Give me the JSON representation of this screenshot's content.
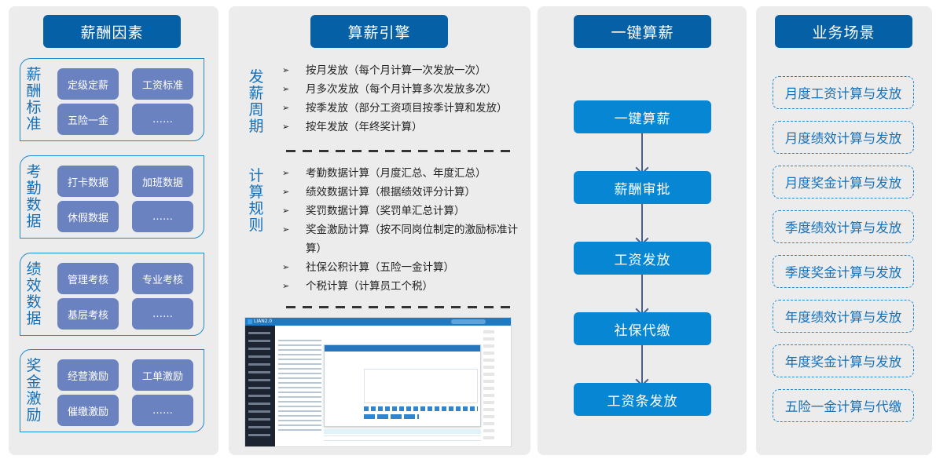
{
  "colors": {
    "panel_bg": "#ececec",
    "header_bg": "#0560a6",
    "chip_bg": "#6b82c1",
    "step_bg": "#0787d3",
    "accent_text": "#1670b8",
    "arrow": "#4e5f85"
  },
  "factors": {
    "title": "薪酬因素",
    "groups": [
      {
        "label": "薪酬标准",
        "items": [
          "定级定薪",
          "工资标准",
          "五险一金",
          "……"
        ]
      },
      {
        "label": "考勤数据",
        "items": [
          "打卡数据",
          "加班数据",
          "休假数据",
          "……"
        ]
      },
      {
        "label": "绩效数据",
        "items": [
          "管理考核",
          "专业考核",
          "基层考核",
          "……"
        ]
      },
      {
        "label": "奖金激励",
        "items": [
          "经营激励",
          "工单激励",
          "催缴激励",
          "……"
        ]
      }
    ]
  },
  "engine": {
    "title": "算薪引擎",
    "bullet_icon": "➢",
    "sections": [
      {
        "label": "发薪周期",
        "items": [
          "按月发放（每个月计算一次发放一次）",
          "月多次发放（每个月计算多次发放多次）",
          "按季发放（部分工资项目按季计算和发放）",
          "按年发放（年终奖计算）"
        ]
      },
      {
        "label": "计算规则",
        "items": [
          "考勤数据计算（月度汇总、年度汇总）",
          "绩效数据计算（根据绩效评分计算）",
          "奖罚数据计算（奖罚单汇总计算）",
          "奖金激励计算（按不同岗位制定的激励标准计算）",
          "社保公积计算（五险一金计算）",
          "个税计算（计算员工个税）"
        ]
      }
    ],
    "screenshot": {
      "brand": "LIAN2.0"
    }
  },
  "one_click": {
    "title": "一键算薪",
    "steps": [
      "一键算薪",
      "薪酬审批",
      "工资发放",
      "社保代缴",
      "工资条发放"
    ]
  },
  "scenarios": {
    "title": "业务场景",
    "items": [
      "月度工资计算与发放",
      "月度绩效计算与发放",
      "月度奖金计算与发放",
      "季度绩效计算与发放",
      "季度奖金计算与发放",
      "年度绩效计算与发放",
      "年度奖金计算与发放",
      "五险一金计算与代缴"
    ]
  }
}
